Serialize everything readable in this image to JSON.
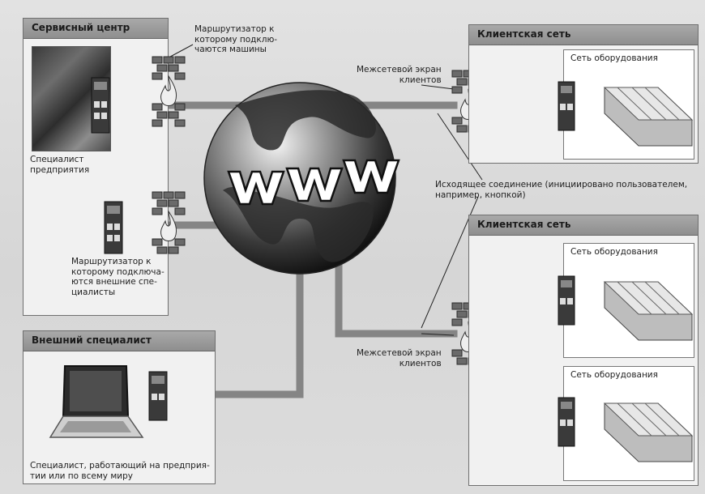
{
  "colors": {
    "wire": "#7a7a7a",
    "globe_dark": "#1d1d1d",
    "globe_light": "#bdbdbd",
    "panel_head": "#9c9c9c"
  },
  "service_center": {
    "title": "Сервисный центр",
    "specialist_label": "Специалист\nпредприятия"
  },
  "router_top_label": "Маршрутизатор к\nкоторому подклю-\nчаются машины",
  "router_bottom_label": "Маршрутизатор к\nкоторому подключа-\nются внешние спе-\nциалисты",
  "external": {
    "title": "Внешний специалист",
    "caption": "Специалист, работающий на предприя-\nтии или по всему миру"
  },
  "firewall_top_label": "Межсетевой экран\nклиентов",
  "firewall_bottom_label": "Межсетевой экран\nклиентов",
  "outgoing_label": "Исходящее соединение (инициировано пользователем,\nнапример, кнопкой)",
  "globe_text": "WWW",
  "client_top": {
    "title": "Клиентская сеть",
    "equipment": "Сеть оборудования"
  },
  "client_bottom": {
    "title": "Клиентская сеть",
    "equipment_1": "Сеть оборудования",
    "equipment_2": "Сеть оборудования"
  },
  "icons": [
    "router-icon",
    "firewall-icon",
    "globe-icon",
    "laptop-icon",
    "production-line-icon",
    "operator-photo"
  ]
}
